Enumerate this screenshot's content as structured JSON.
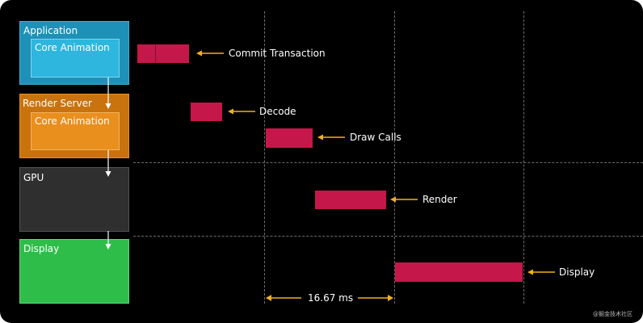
{
  "stages": [
    {
      "label": "Application",
      "inner_label": "Core Animation",
      "color": "#1e91b8",
      "inner_color": "#2eb6df"
    },
    {
      "label": "Render Server",
      "inner_label": "Core Animation",
      "color": "#c8730e",
      "inner_color": "#e98f1e"
    },
    {
      "label": "GPU",
      "color": "#2f2f2f"
    },
    {
      "label": "Display",
      "color": "#2fbd4a"
    }
  ],
  "events": [
    {
      "label": "Commit Transaction"
    },
    {
      "label": "Decode"
    },
    {
      "label": "Draw Calls"
    },
    {
      "label": "Render"
    },
    {
      "label": "Display"
    }
  ],
  "frame_interval": {
    "label": "16.67 ms"
  },
  "colors": {
    "bar": "#c6174a",
    "arrow": "#f2b01e",
    "grid": "#6e6e6e",
    "background": "#000000"
  },
  "watermark": "@掘金技术社区"
}
